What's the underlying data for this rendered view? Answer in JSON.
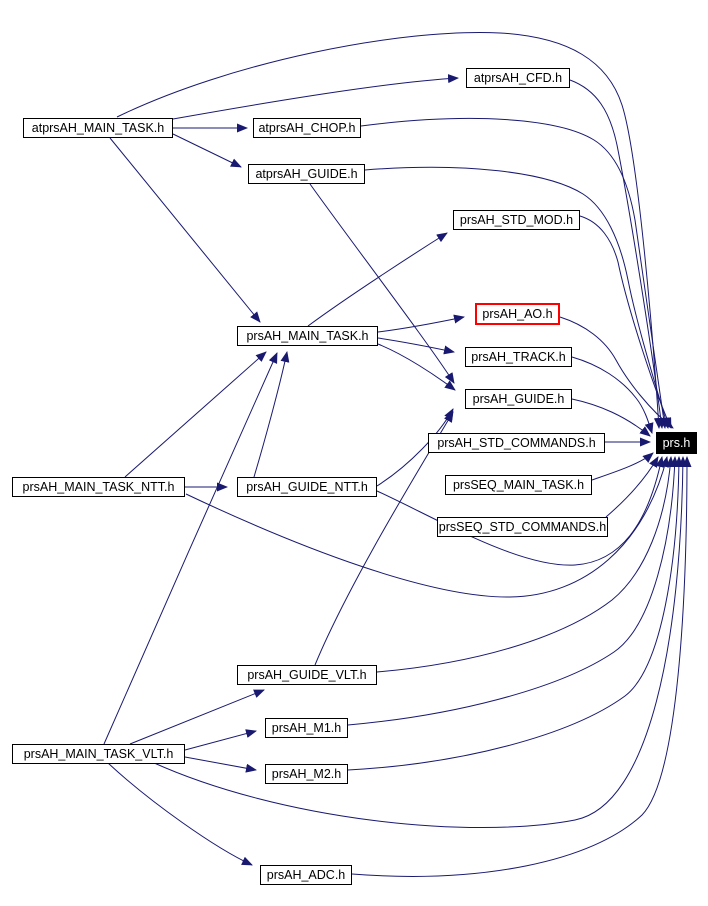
{
  "graph": {
    "type": "include-dependency-graph",
    "nodes": [
      {
        "id": "atprsAH_MAIN_TASK.h",
        "label": "atprsAH_MAIN_TASK.h",
        "style": "default"
      },
      {
        "id": "atprsAH_CHOP.h",
        "label": "atprsAH_CHOP.h",
        "style": "default"
      },
      {
        "id": "atprsAH_CFD.h",
        "label": "atprsAH_CFD.h",
        "style": "default"
      },
      {
        "id": "atprsAH_GUIDE.h",
        "label": "atprsAH_GUIDE.h",
        "style": "default"
      },
      {
        "id": "prsAH_STD_MOD.h",
        "label": "prsAH_STD_MOD.h",
        "style": "default"
      },
      {
        "id": "prsAH_AO.h",
        "label": "prsAH_AO.h",
        "style": "red-border"
      },
      {
        "id": "prsAH_MAIN_TASK.h",
        "label": "prsAH_MAIN_TASK.h",
        "style": "default"
      },
      {
        "id": "prsAH_TRACK.h",
        "label": "prsAH_TRACK.h",
        "style": "default"
      },
      {
        "id": "prsAH_GUIDE.h",
        "label": "prsAH_GUIDE.h",
        "style": "default"
      },
      {
        "id": "prsAH_STD_COMMANDS.h",
        "label": "prsAH_STD_COMMANDS.h",
        "style": "default"
      },
      {
        "id": "prs.h",
        "label": "prs.h",
        "style": "current-file"
      },
      {
        "id": "prsSEQ_MAIN_TASK.h",
        "label": "prsSEQ_MAIN_TASK.h",
        "style": "default"
      },
      {
        "id": "prsSEQ_STD_COMMANDS.h",
        "label": "prsSEQ_STD_COMMANDS.h",
        "style": "default"
      },
      {
        "id": "prsAH_MAIN_TASK_NTT.h",
        "label": "prsAH_MAIN_TASK_NTT.h",
        "style": "default"
      },
      {
        "id": "prsAH_GUIDE_NTT.h",
        "label": "prsAH_GUIDE_NTT.h",
        "style": "default"
      },
      {
        "id": "prsAH_GUIDE_VLT.h",
        "label": "prsAH_GUIDE_VLT.h",
        "style": "default"
      },
      {
        "id": "prsAH_M1.h",
        "label": "prsAH_M1.h",
        "style": "default"
      },
      {
        "id": "prsAH_MAIN_TASK_VLT.h",
        "label": "prsAH_MAIN_TASK_VLT.h",
        "style": "default"
      },
      {
        "id": "prsAH_M2.h",
        "label": "prsAH_M2.h",
        "style": "default"
      },
      {
        "id": "prsAH_ADC.h",
        "label": "prsAH_ADC.h",
        "style": "default"
      }
    ],
    "edges": [
      {
        "from": "atprsAH_MAIN_TASK.h",
        "to": "atprsAH_CFD.h"
      },
      {
        "from": "atprsAH_MAIN_TASK.h",
        "to": "atprsAH_CHOP.h"
      },
      {
        "from": "atprsAH_MAIN_TASK.h",
        "to": "atprsAH_GUIDE.h"
      },
      {
        "from": "atprsAH_MAIN_TASK.h",
        "to": "prsAH_MAIN_TASK.h"
      },
      {
        "from": "atprsAH_MAIN_TASK.h",
        "to": "prs.h"
      },
      {
        "from": "atprsAH_CFD.h",
        "to": "prs.h"
      },
      {
        "from": "atprsAH_CHOP.h",
        "to": "prs.h"
      },
      {
        "from": "atprsAH_GUIDE.h",
        "to": "prsAH_GUIDE.h"
      },
      {
        "from": "atprsAH_GUIDE.h",
        "to": "prs.h"
      },
      {
        "from": "prsAH_MAIN_TASK.h",
        "to": "prsAH_STD_MOD.h"
      },
      {
        "from": "prsAH_MAIN_TASK.h",
        "to": "prsAH_AO.h"
      },
      {
        "from": "prsAH_MAIN_TASK.h",
        "to": "prsAH_TRACK.h"
      },
      {
        "from": "prsAH_MAIN_TASK.h",
        "to": "prsAH_GUIDE.h"
      },
      {
        "from": "prsAH_STD_MOD.h",
        "to": "prs.h"
      },
      {
        "from": "prsAH_AO.h",
        "to": "prs.h"
      },
      {
        "from": "prsAH_TRACK.h",
        "to": "prs.h"
      },
      {
        "from": "prsAH_GUIDE.h",
        "to": "prs.h"
      },
      {
        "from": "prsAH_STD_COMMANDS.h",
        "to": "prs.h"
      },
      {
        "from": "prsSEQ_MAIN_TASK.h",
        "to": "prs.h"
      },
      {
        "from": "prsSEQ_STD_COMMANDS.h",
        "to": "prs.h"
      },
      {
        "from": "prsAH_MAIN_TASK_NTT.h",
        "to": "prsAH_GUIDE_NTT.h"
      },
      {
        "from": "prsAH_MAIN_TASK_NTT.h",
        "to": "prsAH_MAIN_TASK.h"
      },
      {
        "from": "prsAH_MAIN_TASK_NTT.h",
        "to": "prs.h"
      },
      {
        "from": "prsAH_GUIDE_NTT.h",
        "to": "prsAH_MAIN_TASK.h"
      },
      {
        "from": "prsAH_GUIDE_NTT.h",
        "to": "prsAH_GUIDE.h"
      },
      {
        "from": "prsAH_GUIDE_NTT.h",
        "to": "prs.h"
      },
      {
        "from": "prsAH_GUIDE_VLT.h",
        "to": "prsAH_GUIDE.h"
      },
      {
        "from": "prsAH_GUIDE_VLT.h",
        "to": "prs.h"
      },
      {
        "from": "prsAH_MAIN_TASK_VLT.h",
        "to": "prsAH_MAIN_TASK.h"
      },
      {
        "from": "prsAH_MAIN_TASK_VLT.h",
        "to": "prsAH_GUIDE_VLT.h"
      },
      {
        "from": "prsAH_MAIN_TASK_VLT.h",
        "to": "prsAH_M1.h"
      },
      {
        "from": "prsAH_MAIN_TASK_VLT.h",
        "to": "prsAH_M2.h"
      },
      {
        "from": "prsAH_MAIN_TASK_VLT.h",
        "to": "prsAH_ADC.h"
      },
      {
        "from": "prsAH_MAIN_TASK_VLT.h",
        "to": "prs.h"
      },
      {
        "from": "prsAH_M1.h",
        "to": "prs.h"
      },
      {
        "from": "prsAH_M2.h",
        "to": "prs.h"
      },
      {
        "from": "prsAH_ADC.h",
        "to": "prs.h"
      }
    ]
  },
  "colors": {
    "background": "#ffffff",
    "edge": "#191970",
    "node_border": "#000000",
    "node_background": "#ffffff",
    "node_text": "#000000",
    "current_file_background": "#000000",
    "current_file_text": "#ffffff",
    "highlight_border": "#ff0000"
  }
}
